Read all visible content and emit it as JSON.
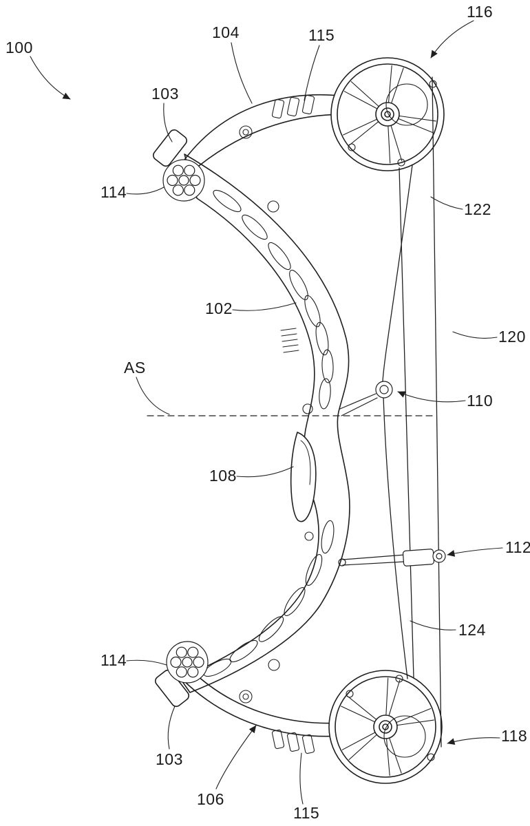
{
  "figure": {
    "kind": "patent line drawing",
    "subject": "compound archery bow, side view",
    "background": "#ffffff",
    "line_color": "#1f1f1f"
  },
  "axis_label": "AS",
  "refs": {
    "r100": "100",
    "r102": "102",
    "r103_top": "103",
    "r103_bottom": "103",
    "r104": "104",
    "r106": "106",
    "r108": "108",
    "r110": "110",
    "r112": "112",
    "r114_top": "114",
    "r114_bottom": "114",
    "r115_top": "115",
    "r115_bottom": "115",
    "r116": "116",
    "r118": "118",
    "r120": "120",
    "r122": "122",
    "r124": "124"
  }
}
